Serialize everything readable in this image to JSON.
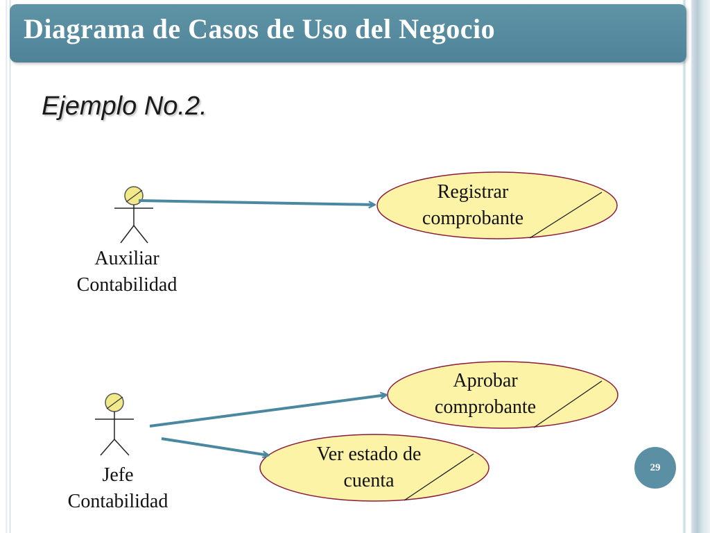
{
  "slide": {
    "title": "Diagrama de Casos de Uso del Negocio",
    "subtitle": "Ejemplo No.2.",
    "page_number": "29"
  },
  "actors": [
    {
      "id": "auxiliar",
      "line1": "Auxiliar",
      "line2": "Contabilidad"
    },
    {
      "id": "jefe",
      "line1": "Jefe",
      "line2": "Contabilidad"
    }
  ],
  "use_cases": [
    {
      "id": "registrar",
      "line1": "Registrar",
      "line2": "comprobante"
    },
    {
      "id": "aprobar",
      "line1": "Aprobar",
      "line2": "comprobante"
    },
    {
      "id": "ver-estado",
      "line1": "Ver estado de",
      "line2": "cuenta"
    }
  ],
  "associations": [
    {
      "from": "auxiliar",
      "to": "registrar"
    },
    {
      "from": "jefe",
      "to": "aprobar"
    },
    {
      "from": "jefe",
      "to": "ver-estado"
    }
  ],
  "colors": {
    "title_bar": "#5b8fa3",
    "use_case_fill": "#fdf3a6",
    "use_case_border": "#8a1a3c",
    "association_arrow": "#4a88a0",
    "actor_head_fill": "#f2ea8a"
  }
}
